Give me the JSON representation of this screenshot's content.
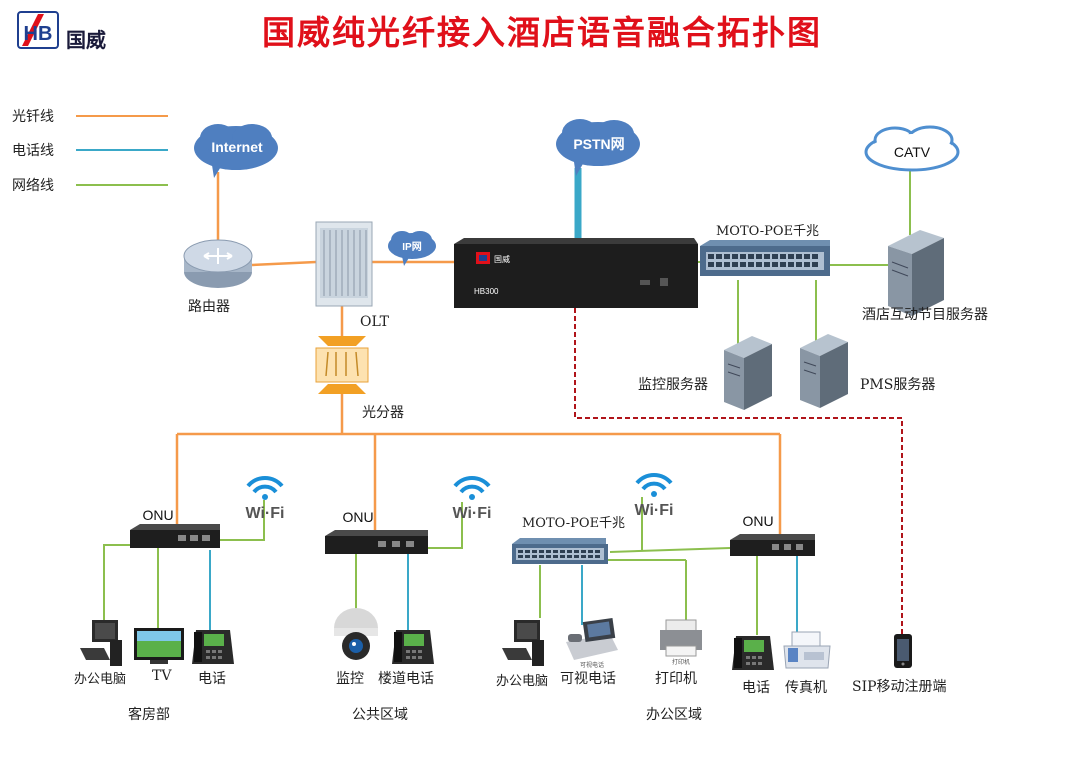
{
  "header": {
    "brand": "国威",
    "logo_mark": "HB",
    "title": "国威纯光纤接入酒店语音融合拓扑图"
  },
  "legend": {
    "fiber": {
      "label": "光钎线",
      "color": "#f59a4a"
    },
    "phone": {
      "label": "电话线",
      "color": "#3aa8c8"
    },
    "network": {
      "label": "网络线",
      "color": "#8cbf4e"
    }
  },
  "clouds": {
    "internet": "Internet",
    "pstn": "PSTN网",
    "catv": "CATV",
    "ip": "IP网"
  },
  "devices": {
    "router": "路由器",
    "olt": "OLT",
    "splitter": "光分器",
    "hb300_model": "HB300",
    "hb300_brand": "国威",
    "switch_top": "MOTO-POE千兆",
    "switch_office": "MOTO-POE千兆",
    "server_vod": "酒店互动节目服务器",
    "server_monitor": "监控服务器",
    "server_pms": "PMS服务器",
    "sip": "SIP移动注册端"
  },
  "onu": {
    "label": "ONU"
  },
  "wifi": {
    "label": "Wi·Fi"
  },
  "endpoints": {
    "guest_pc": "办公电脑",
    "guest_tv": "TV",
    "guest_phone": "电话",
    "public_monitor": "监控",
    "public_phone": "楼道电话",
    "office_pc": "办公电脑",
    "office_videophone": "可视电话",
    "office_printer": "打印机",
    "office_phone": "电话",
    "office_fax": "传真机"
  },
  "zones": {
    "guest": "客房部",
    "public": "公共区域",
    "office": "办公区域"
  },
  "colors": {
    "title": "#e0101a",
    "cloud": "#4f7fc0",
    "link_red": "#b0141a"
  }
}
